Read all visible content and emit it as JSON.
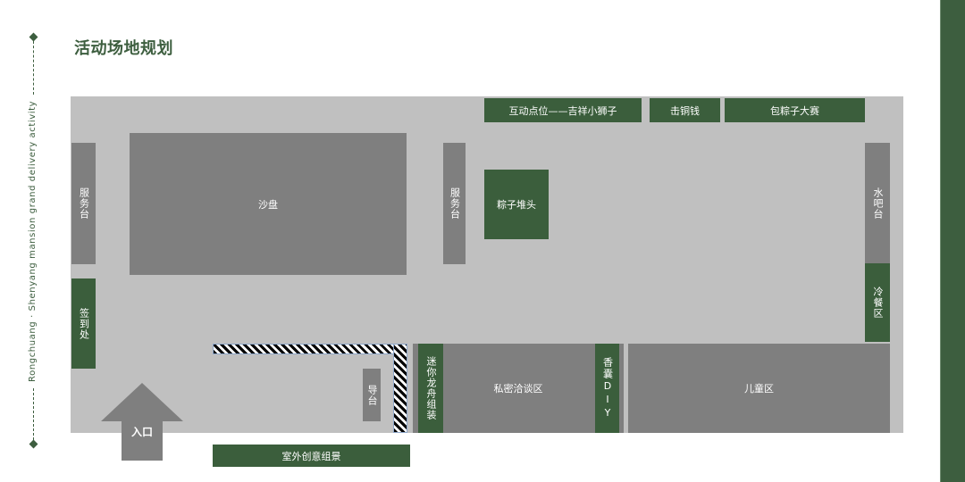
{
  "header": {
    "title": "活动场地规划"
  },
  "side_caption": {
    "text": "Rongchuang · Shenyang mansion grand delivery activity"
  },
  "colors": {
    "accent_green": "#3b5e3c",
    "zone_gray": "#7f7f7f",
    "floor_gray": "#c0c0c0",
    "background": "#ffffff"
  },
  "floor_plan": {
    "top_activities": [
      {
        "label": "互动点位——吉祥小狮子"
      },
      {
        "label": "击铜钱"
      },
      {
        "label": "包粽子大赛"
      }
    ],
    "zones": {
      "service_desk_left": "服务台",
      "sign_in": "签到处",
      "sand_table": "沙盘",
      "service_desk_middle": "服务台",
      "zongzi_display": "粽子堆头",
      "water_bar": "水吧台",
      "cold_buffet": "冷餐区",
      "guide_desk": "导台",
      "mini_dragon_boat": "迷你龙舟组装",
      "private_talk_area": "私密洽谈区",
      "sachet_diy": "香囊DIY",
      "kids_area": "儿童区",
      "entrance": "入口",
      "outdoor_scene": "室外创意组景"
    }
  }
}
